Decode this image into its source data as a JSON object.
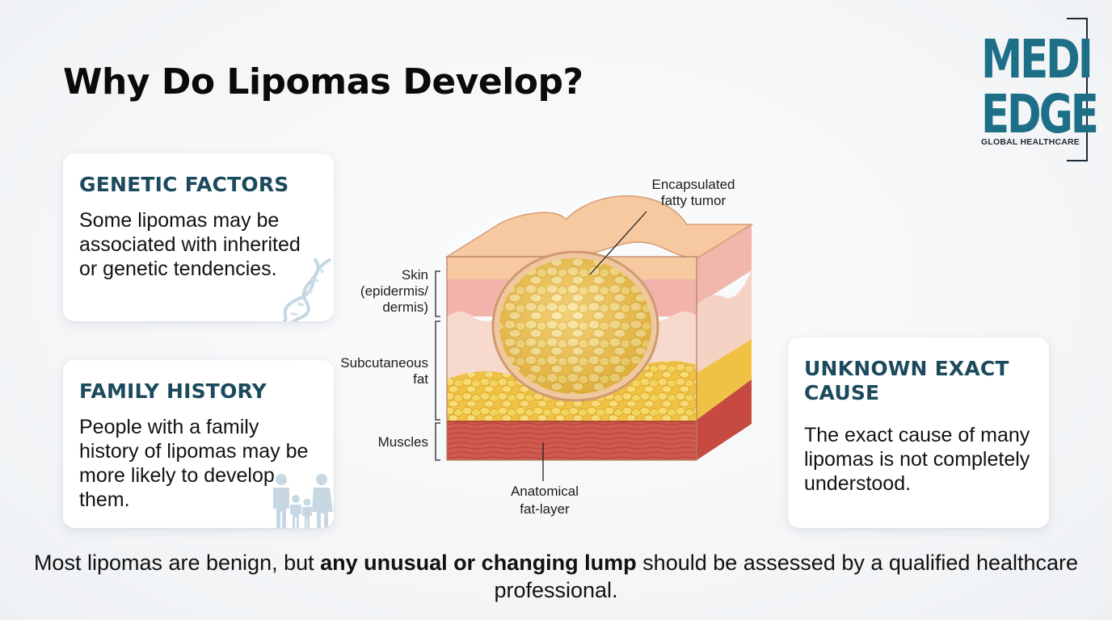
{
  "title": "Why Do Lipomas Develop?",
  "logo": {
    "line1": "MEDI",
    "line2": "EDGE",
    "subtitle": "GLOBAL HEALTHCARE"
  },
  "cards": {
    "genetic": {
      "heading": "GENETIC FACTORS",
      "text": "Some lipomas may be associated with inherited or genetic tendencies.",
      "icon": "dna-icon"
    },
    "family": {
      "heading": "FAMILY HISTORY",
      "text": "People with a family history of lipomas may be more likely to develop them.",
      "icon": "family-icon"
    },
    "unknown": {
      "heading": "UNKNOWN EXACT CAUSE",
      "text": "The exact cause of many lipomas is not completely understood."
    }
  },
  "diagram": {
    "labels": {
      "tumor_line1": "Encapsulated",
      "tumor_line2": "fatty tumor",
      "skin_line1": "Skin",
      "skin_line2": "(epidermis/",
      "skin_line3": "dermis)",
      "subq_line1": "Subcutaneous",
      "subq_line2": "fat",
      "muscles": "Muscles",
      "anat_line1": "Anatomical",
      "anat_line2": "fat-layer"
    }
  },
  "footer": {
    "part1": "Most lipomas are benign, but ",
    "bold": "any unusual or changing lump",
    "part2": " should be assessed by a qualified healthcare professional."
  },
  "colors": {
    "heading": "#1b4a5c",
    "logo": "#1d6f88",
    "skin": "#f6c9a6",
    "dermis": "#f2b3ad",
    "fat": "#f2cd55",
    "muscle": "#c9514a"
  }
}
